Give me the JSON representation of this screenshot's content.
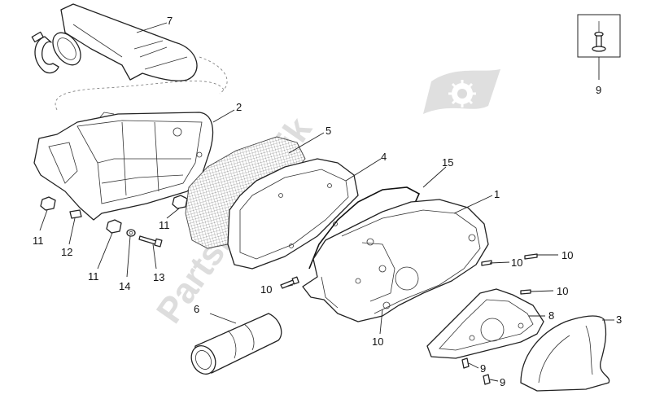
{
  "watermark": {
    "text": "PartsRepublik"
  },
  "callouts": {
    "c1": "1",
    "c2": "2",
    "c3": "3",
    "c4": "4",
    "c5": "5",
    "c6": "6",
    "c7": "7",
    "c8": "8",
    "c9_box": "9",
    "c9_a": "9",
    "c9_b": "9",
    "c10_a": "10",
    "c10_b": "10",
    "c10_c": "10",
    "c10_d": "10",
    "c10_e": "10",
    "c11_a": "11",
    "c11_b": "11",
    "c11_c": "11",
    "c12": "12",
    "c13": "13",
    "c14": "14",
    "c15": "15"
  }
}
